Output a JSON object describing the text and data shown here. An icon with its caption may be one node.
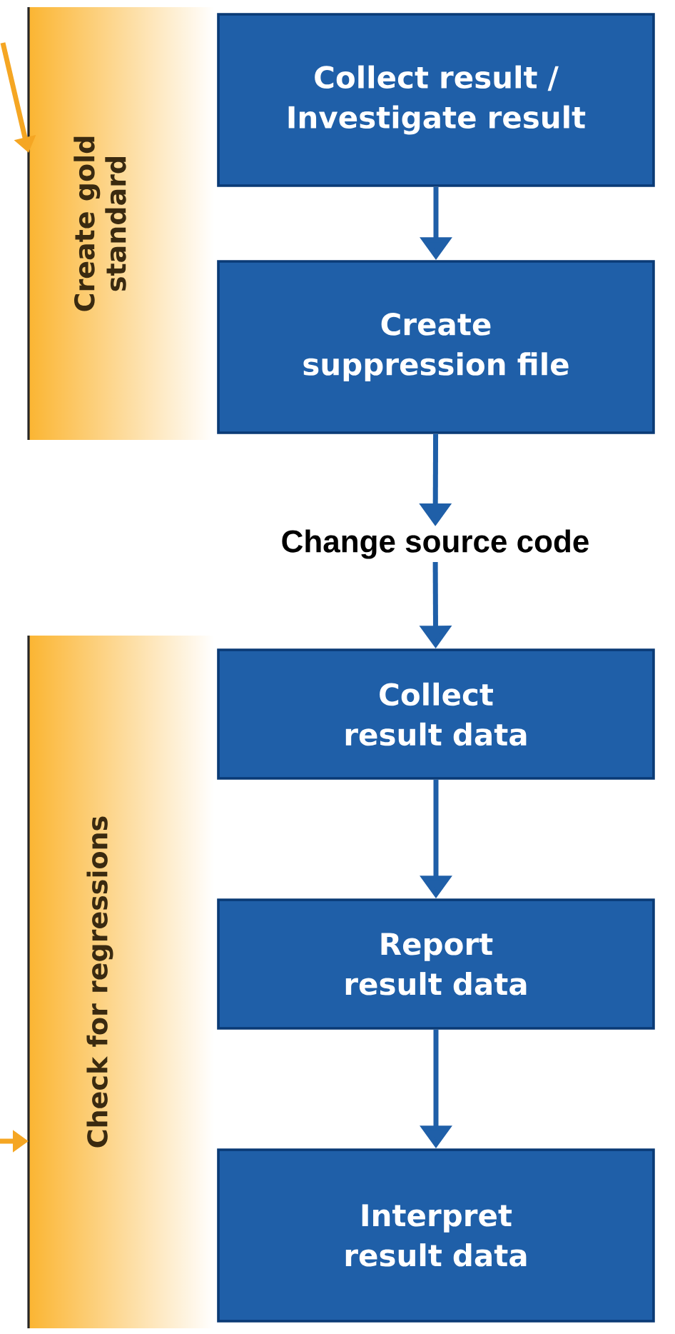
{
  "diagram": {
    "nodes": [
      {
        "text": [
          "Create gold standard"
        ]
      },
      {
        "text": [
          "Collect result / Investigate result"
        ]
      },
      {
        "text": [
          "Create suppression file"
        ]
      },
      {
        "text": [
          "Change source code"
        ]
      },
      {
        "text": [
          "Check for regressions"
        ]
      },
      {
        "text": [
          "Collect result data"
        ]
      },
      {
        "text": [
          "Report result data"
        ]
      },
      {
        "text": [
          "Interpret result data"
        ]
      }
    ],
    "edges": [
      {
        "from": 1,
        "to": 2,
        "arrow": "to"
      },
      {
        "from": 2,
        "to": 3,
        "arrow": "to"
      },
      {
        "from": 3,
        "to": 5,
        "arrow": "to"
      },
      {
        "from": 5,
        "to": 6,
        "arrow": "to"
      },
      {
        "from": 6,
        "to": 7,
        "arrow": "to"
      },
      {
        "from": null,
        "to": 0,
        "arrow": "to",
        "color": "#f5a623"
      },
      {
        "from": null,
        "to": 4,
        "arrow": "to",
        "color": "#f5a623"
      }
    ]
  }
}
